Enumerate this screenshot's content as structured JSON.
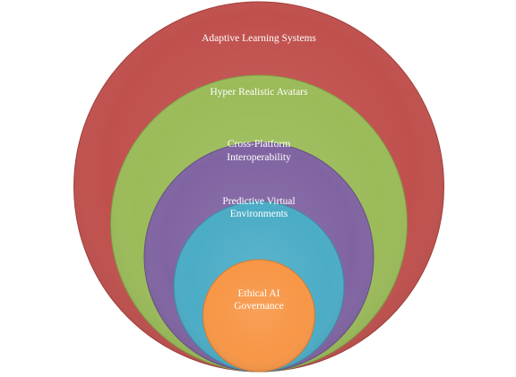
{
  "diagram": {
    "type": "nested-circles",
    "layers": [
      {
        "label_lines": [
          "Adaptive Learning  Systems"
        ],
        "color": "#C0504D",
        "edge": "#9E3F3C"
      },
      {
        "label_lines": [
          "Hyper Realistic Avatars"
        ],
        "color": "#9BBB59",
        "edge": "#7E9A45"
      },
      {
        "label_lines": [
          "Cross-Platform",
          "Interoperability"
        ],
        "color": "#8064A2",
        "edge": "#654E83"
      },
      {
        "label_lines": [
          "Predictive Virtual",
          "Environments"
        ],
        "color": "#4BACC6",
        "edge": "#378EA6"
      },
      {
        "label_lines": [
          "Ethical AI",
          "Governance"
        ],
        "color": "#F79646",
        "edge": "#D57A2F"
      }
    ]
  }
}
